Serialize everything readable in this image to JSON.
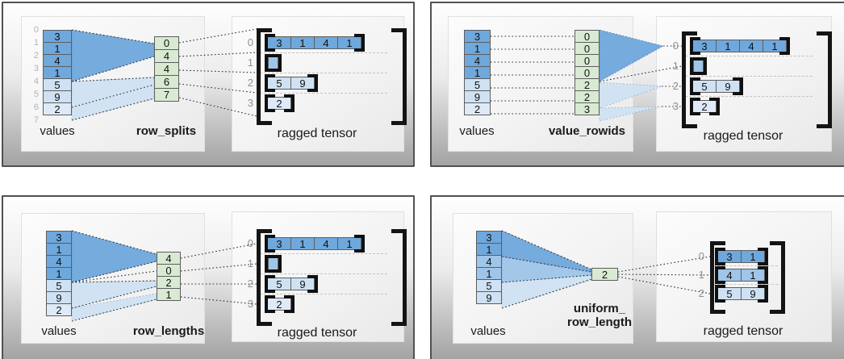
{
  "colors": {
    "dark_blue": "#6fa8dc",
    "medium_blue": "#9fc5e8",
    "light_blue": "#cfe2f3",
    "pale_blue": "#dfeaf8",
    "green": "#d9ead3"
  },
  "quadrants": [
    {
      "name": "row_splits",
      "values_label": "values",
      "param_label": "row_splits",
      "values": [
        "3",
        "1",
        "4",
        "1",
        "5",
        "9",
        "2"
      ],
      "boundary_indices": [
        "0",
        "1",
        "2",
        "3",
        "4",
        "5",
        "6",
        "7"
      ],
      "param": [
        "0",
        "4",
        "4",
        "6",
        "7"
      ],
      "ragged": {
        "label": "ragged tensor",
        "row_indices": [
          "0",
          "1",
          "2",
          "3"
        ],
        "rows": [
          [
            "3",
            "1",
            "4",
            "1"
          ],
          [],
          [
            "5",
            "9"
          ],
          [
            "2"
          ]
        ]
      }
    },
    {
      "name": "value_rowids",
      "values_label": "values",
      "param_label": "value_rowids",
      "values": [
        "3",
        "1",
        "4",
        "1",
        "5",
        "9",
        "2"
      ],
      "param": [
        "0",
        "0",
        "0",
        "0",
        "2",
        "2",
        "3"
      ],
      "ragged": {
        "label": "ragged tensor",
        "row_indices": [
          "0",
          "1",
          "2",
          "3"
        ],
        "rows": [
          [
            "3",
            "1",
            "4",
            "1"
          ],
          [],
          [
            "5",
            "9"
          ],
          [
            "2"
          ]
        ]
      }
    },
    {
      "name": "row_lengths",
      "values_label": "values",
      "param_label": "row_lengths",
      "values": [
        "3",
        "1",
        "4",
        "1",
        "5",
        "9",
        "2"
      ],
      "param": [
        "4",
        "0",
        "2",
        "1"
      ],
      "ragged": {
        "label": "ragged tensor",
        "row_indices": [
          "0",
          "1",
          "2",
          "3"
        ],
        "rows": [
          [
            "3",
            "1",
            "4",
            "1"
          ],
          [],
          [
            "5",
            "9"
          ],
          [
            "2"
          ]
        ]
      }
    },
    {
      "name": "uniform_row_length",
      "values_label": "values",
      "param_label": "uniform_\nrow_length",
      "values": [
        "3",
        "1",
        "4",
        "1",
        "5",
        "9"
      ],
      "param": [
        "2"
      ],
      "ragged": {
        "label": "ragged tensor",
        "row_indices": [
          "0",
          "1",
          "2"
        ],
        "rows": [
          [
            "3",
            "1"
          ],
          [
            "4",
            "1"
          ],
          [
            "5",
            "9"
          ]
        ]
      }
    }
  ]
}
